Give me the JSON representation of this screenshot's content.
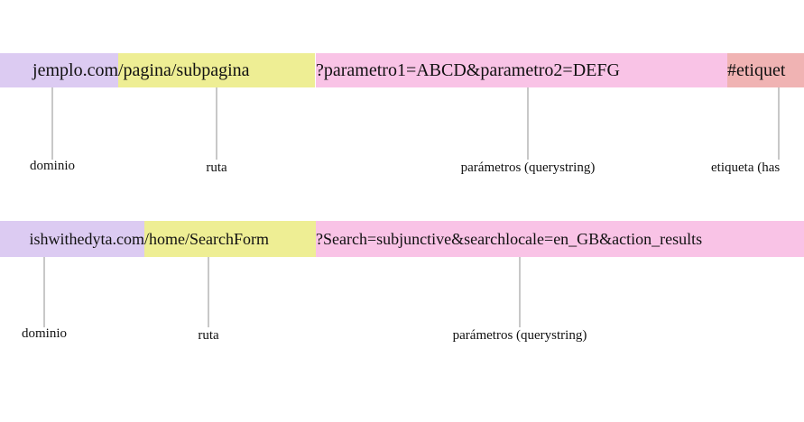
{
  "colors": {
    "domain": "#dccbf2",
    "path": "#eeee94",
    "params": "#f9c3e6",
    "hash": "#f0b3b3",
    "connector": "#c8c8c8"
  },
  "example1": {
    "domain": "jemplo.com",
    "path": "/pagina/subpagina",
    "params": "?parametro1=ABCD&parametro2=DEFG",
    "hash": "#etiquet",
    "labels": {
      "domain": "dominio",
      "path": "ruta",
      "params": "parámetros (querystring)",
      "hash": "etiqueta (has"
    }
  },
  "example2": {
    "domain": "ishwithedyta.com",
    "path": "/home/SearchForm",
    "params": "?Search=subjunctive&searchlocale=en_GB&action_results",
    "labels": {
      "domain": "dominio",
      "path": "ruta",
      "params": "parámetros (querystring)"
    }
  }
}
